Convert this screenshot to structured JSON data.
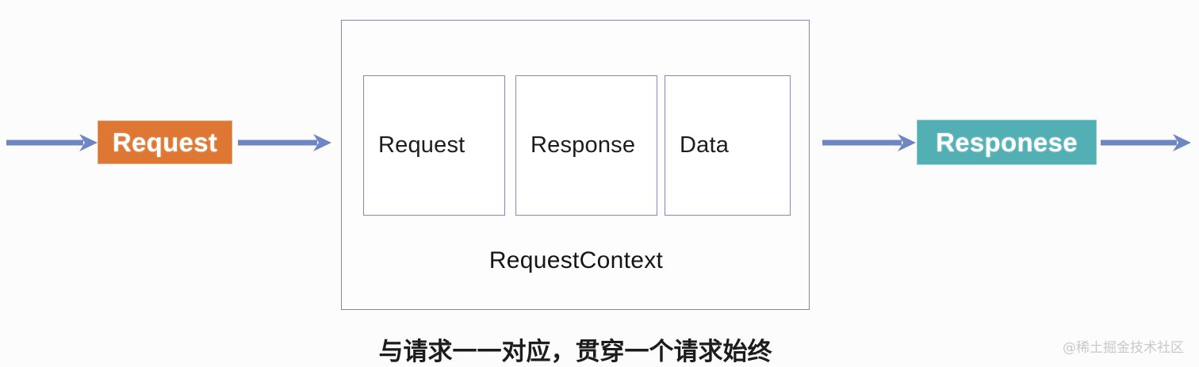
{
  "diagram": {
    "background_color": "#fcfcfc",
    "arrow_color": "#6f86c4",
    "entry": {
      "label": "Request",
      "fill": "#dd7733",
      "text_color": "#ffffff"
    },
    "exit": {
      "label": "Responese",
      "fill": "#52b0b5",
      "text_color": "#ffffff"
    },
    "context": {
      "label": "RequestContext",
      "border_color": "#7b86c4",
      "items": [
        {
          "label": "Request"
        },
        {
          "label": "Response"
        },
        {
          "label": "Data"
        }
      ]
    },
    "caption": "与请求一一对应，贯穿一个请求始终",
    "watermark": "@稀土掘金技术社区",
    "arrows": [
      {
        "name": "arrow-into-request"
      },
      {
        "name": "arrow-request-to-context"
      },
      {
        "name": "arrow-context-to-responese"
      },
      {
        "name": "arrow-out-of-responese"
      }
    ]
  }
}
